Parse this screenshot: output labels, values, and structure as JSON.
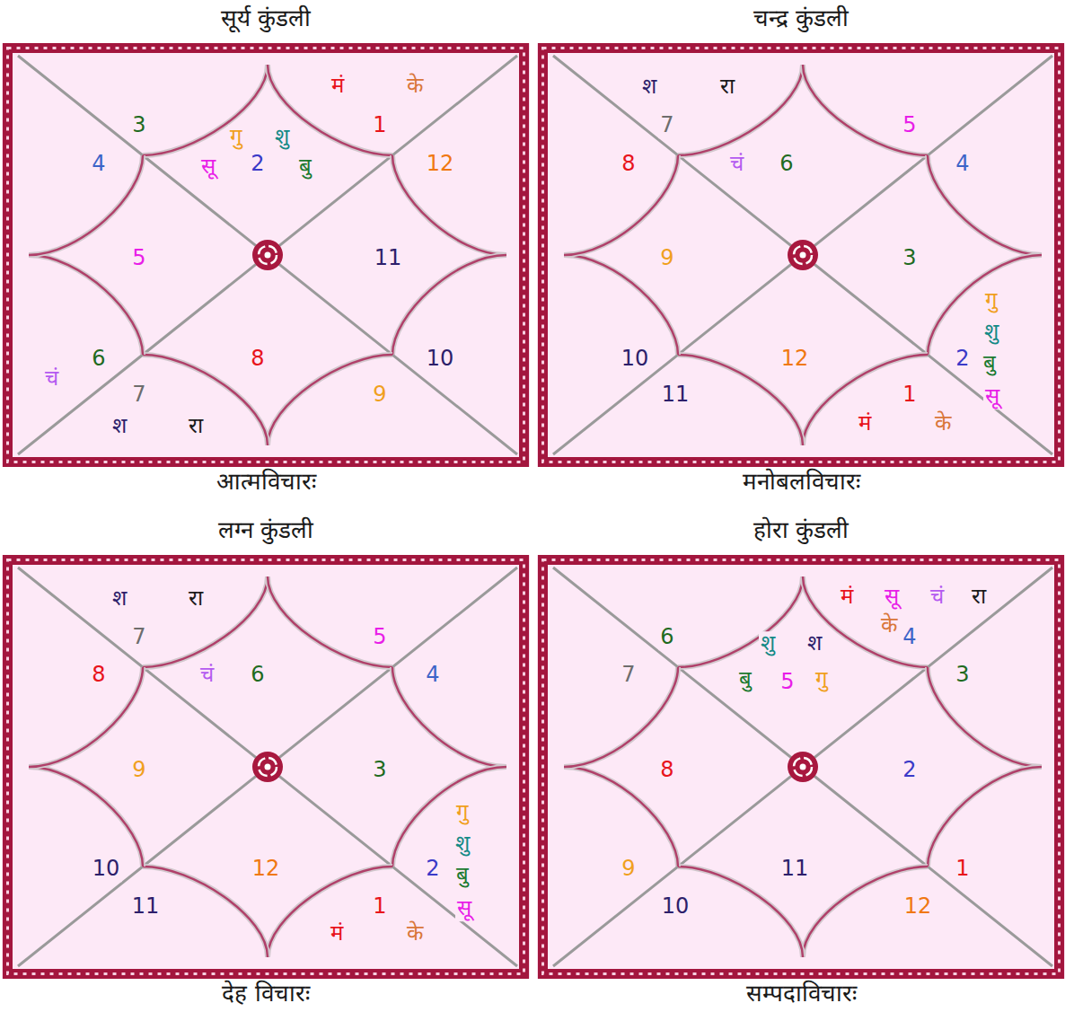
{
  "diagram": {
    "nodes": [
      {
        "text": [
          "सूर्य कुंडली",
          "आत्मविचारः"
        ]
      },
      {
        "text": [
          "चन्द्र कुंडली",
          "मनोबलविचारः"
        ]
      },
      {
        "text": [
          "लग्न कुंडली",
          "देह विचारः"
        ]
      },
      {
        "text": [
          "होरा कुंडली",
          "सम्पदाविचारः"
        ]
      }
    ],
    "labels": [
      "मं",
      "के",
      "3",
      "1",
      "गु",
      "शु",
      "4",
      "सू",
      "2",
      "बु",
      "12",
      "5",
      "11",
      "6",
      "8",
      "10",
      "चं",
      "7",
      "9",
      "श",
      "रा",
      "श",
      "रा",
      "7",
      "5",
      "8",
      "चं",
      "6",
      "4",
      "9",
      "3",
      "गु",
      "शु",
      "10",
      "12",
      "2",
      "बु",
      "11",
      "1",
      "सू",
      "मं",
      "के",
      "श",
      "रा",
      "7",
      "5",
      "8",
      "चं",
      "6",
      "4",
      "9",
      "3",
      "गु",
      "शु",
      "10",
      "12",
      "2",
      "बु",
      "11",
      "1",
      "सू",
      "मं",
      "के",
      "मं",
      "सू",
      "चं",
      "रा",
      "के",
      "6",
      "4",
      "शु",
      "श",
      "7",
      "3",
      "बु",
      "5",
      "गु",
      "8",
      "2",
      "9",
      "11",
      "1",
      "10",
      "12"
    ]
  }
}
